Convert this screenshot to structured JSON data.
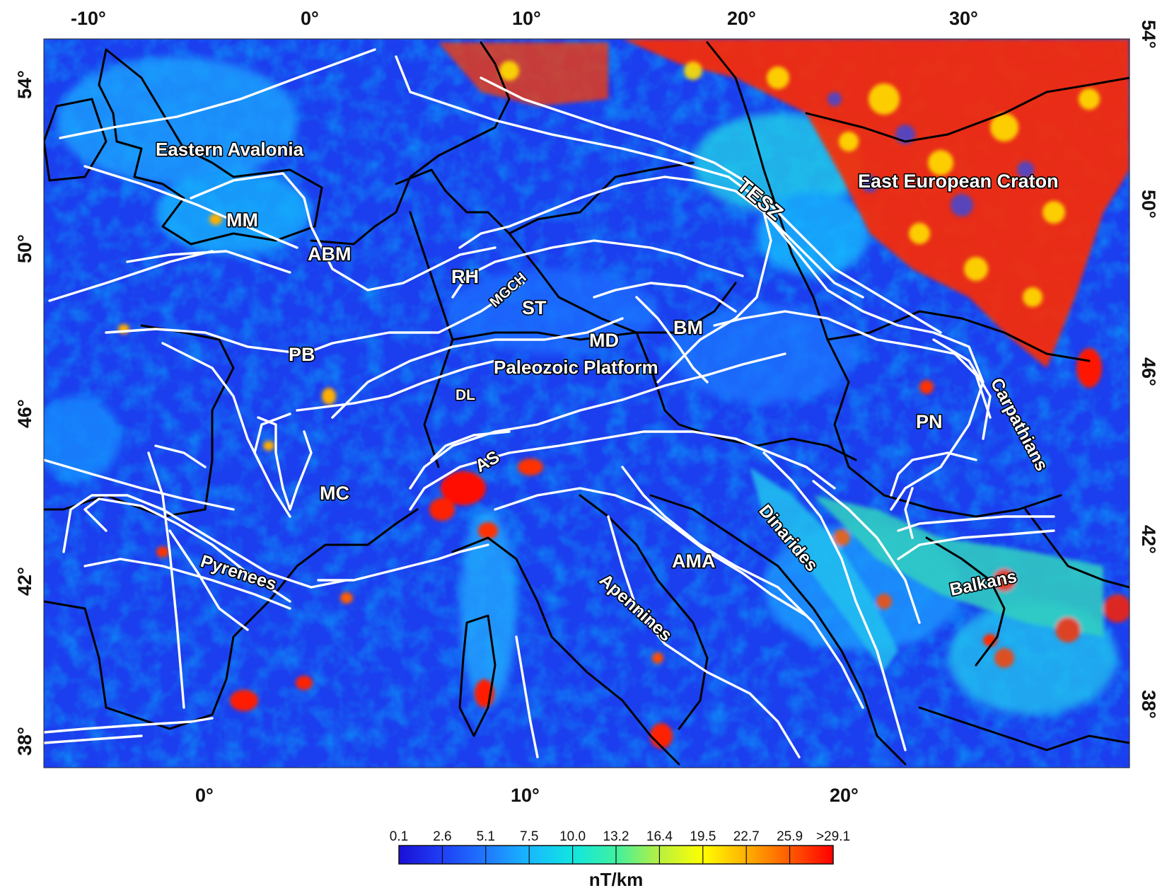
{
  "map": {
    "top_lon_ticks": [
      "-10°",
      "0°",
      "10°",
      "20°",
      "30°"
    ],
    "bottom_lon_ticks": [
      "0°",
      "10°",
      "20°"
    ],
    "left_lat_ticks": [
      "54°",
      "50°",
      "46°",
      "42°",
      "38°"
    ],
    "right_lat_ticks": [
      "54°",
      "50°",
      "46°",
      "42°",
      "38°"
    ],
    "labels": {
      "eastern_avalonia": "Eastern Avalonia",
      "mm": "MM",
      "abm": "ABM",
      "rh": "RH",
      "mgch": "MGCH",
      "st": "ST",
      "md": "MD",
      "bm": "BM",
      "pb": "PB",
      "paleozoic_platform": "Paleozoic Platform",
      "dl": "DL",
      "tesz": "TESZ",
      "east_european_craton": "East European Craton",
      "pn": "PN",
      "carpathians": "Carpathians",
      "as": "AS",
      "mc": "MC",
      "dinarides": "Dinarides",
      "ama": "AMA",
      "pyrenees": "Pyrenees",
      "apennines": "Apennines",
      "balkans": "Balkans"
    },
    "colors": {
      "ocean_blue": "#1a3ff0",
      "anomaly_red": "#ff1a00",
      "fault_white": "#ffffff",
      "coast_black": "#000000"
    }
  },
  "colorbar": {
    "ticks": [
      "0.1",
      "2.6",
      "5.1",
      "7.5",
      "10.0",
      "13.2",
      "16.4",
      "19.5",
      "22.7",
      "25.9",
      ">29.1"
    ],
    "unit": "nT/km",
    "stops": [
      "#1a0fd6",
      "#1f3ff5",
      "#1f78ff",
      "#18b8ff",
      "#10e6e0",
      "#3ff0a0",
      "#b8f040",
      "#ffff00",
      "#ffb000",
      "#ff5a00",
      "#ff0000"
    ]
  }
}
